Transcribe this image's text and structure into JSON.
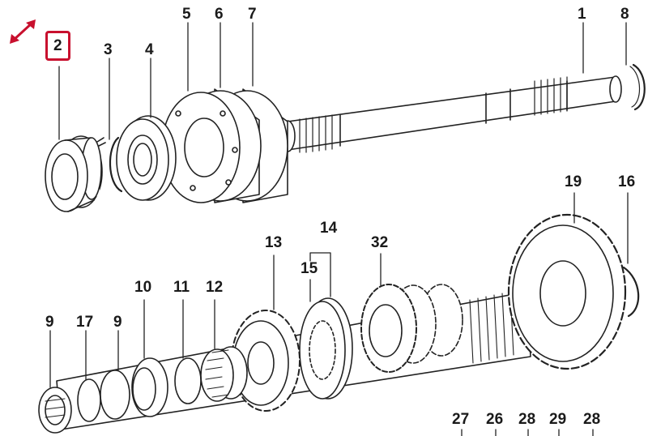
{
  "diagram": {
    "selected_callout": "2",
    "accent_color": "#c8102e",
    "icons": {
      "expand": "expand-arrows-icon"
    },
    "callouts": [
      {
        "id": "1",
        "label": "1"
      },
      {
        "id": "2",
        "label": "2"
      },
      {
        "id": "3",
        "label": "3"
      },
      {
        "id": "4",
        "label": "4"
      },
      {
        "id": "5",
        "label": "5"
      },
      {
        "id": "6",
        "label": "6"
      },
      {
        "id": "7",
        "label": "7"
      },
      {
        "id": "8",
        "label": "8"
      },
      {
        "id": "9a",
        "label": "9"
      },
      {
        "id": "17",
        "label": "17"
      },
      {
        "id": "9b",
        "label": "9"
      },
      {
        "id": "10",
        "label": "10"
      },
      {
        "id": "11",
        "label": "11"
      },
      {
        "id": "12",
        "label": "12"
      },
      {
        "id": "13",
        "label": "13"
      },
      {
        "id": "14",
        "label": "14"
      },
      {
        "id": "15",
        "label": "15"
      },
      {
        "id": "32",
        "label": "32"
      },
      {
        "id": "19",
        "label": "19"
      },
      {
        "id": "16",
        "label": "16"
      },
      {
        "id": "27",
        "label": "27"
      },
      {
        "id": "26",
        "label": "26"
      },
      {
        "id": "28a",
        "label": "28"
      },
      {
        "id": "29",
        "label": "29"
      },
      {
        "id": "28b",
        "label": "28"
      }
    ]
  }
}
